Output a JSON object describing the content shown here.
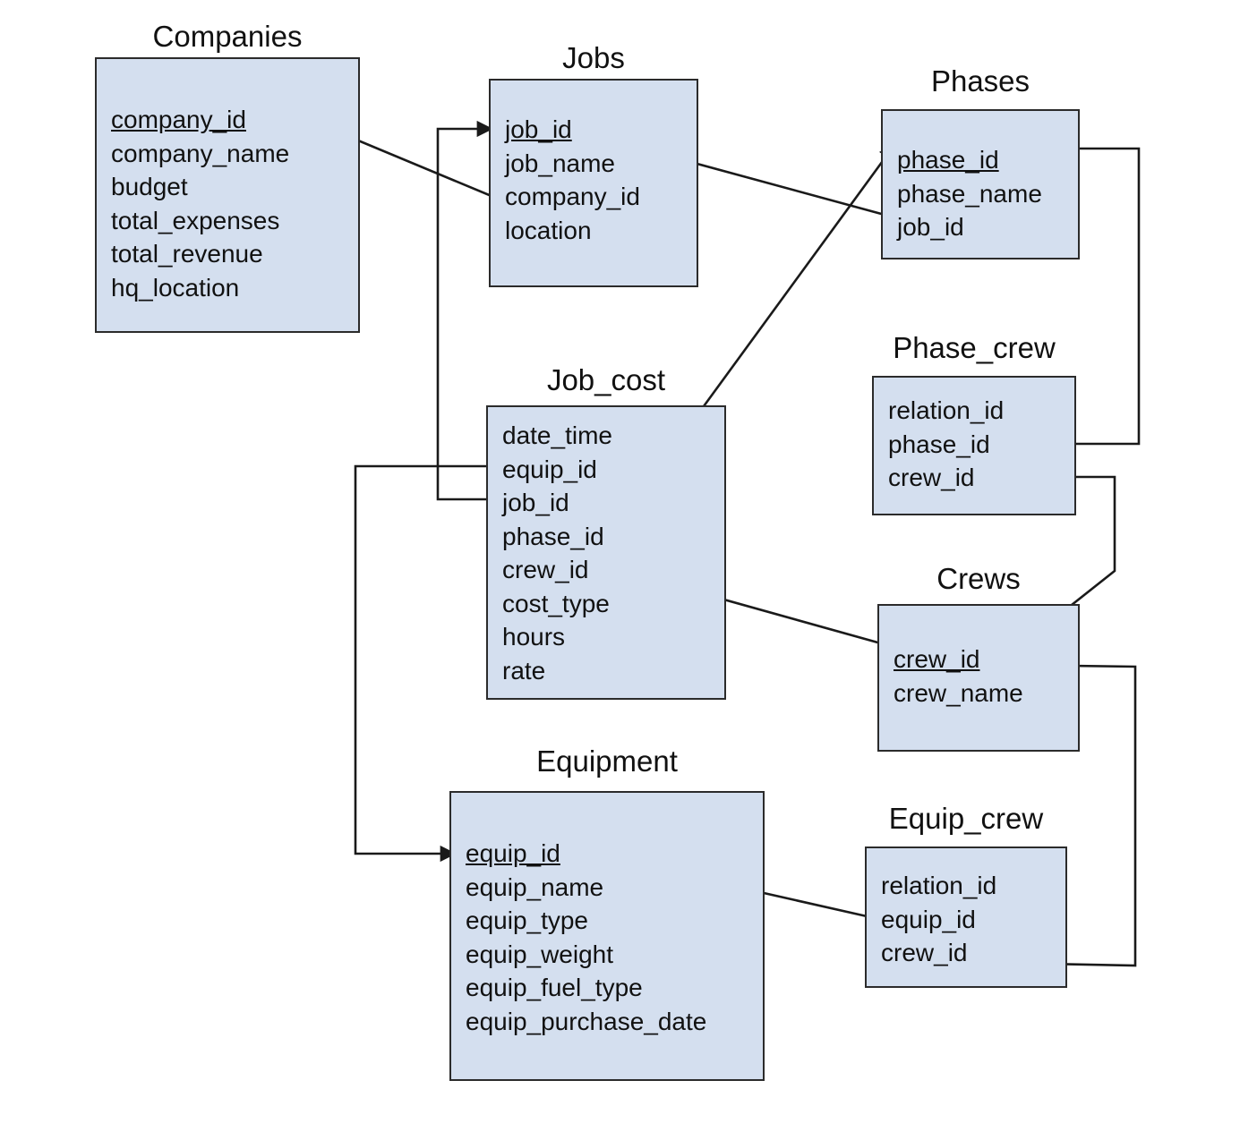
{
  "diagram": {
    "type": "entity-relationship-diagram",
    "title": "",
    "box_fill": "#d4dfef",
    "box_border": "#2b2b2b",
    "edge_color": "#1a1a1a",
    "entities": [
      {
        "id": "companies",
        "name": "Companies",
        "attributes": [
          {
            "name": "company_id",
            "key": true
          },
          {
            "name": "company_name",
            "key": false
          },
          {
            "name": "budget",
            "key": false
          },
          {
            "name": "total_expenses",
            "key": false
          },
          {
            "name": "total_revenue",
            "key": false
          },
          {
            "name": "hq_location",
            "key": false
          }
        ]
      },
      {
        "id": "jobs",
        "name": "Jobs",
        "attributes": [
          {
            "name": "job_id",
            "key": true
          },
          {
            "name": "job_name",
            "key": false
          },
          {
            "name": "company_id",
            "key": false
          },
          {
            "name": "location",
            "key": false
          }
        ]
      },
      {
        "id": "phases",
        "name": "Phases",
        "attributes": [
          {
            "name": "phase_id",
            "key": true
          },
          {
            "name": "phase_name",
            "key": false
          },
          {
            "name": "job_id",
            "key": false
          }
        ]
      },
      {
        "id": "job_cost",
        "name": "Job_cost",
        "attributes": [
          {
            "name": "date_time",
            "key": false
          },
          {
            "name": "equip_id",
            "key": false
          },
          {
            "name": "job_id",
            "key": false
          },
          {
            "name": "phase_id",
            "key": false
          },
          {
            "name": "crew_id",
            "key": false
          },
          {
            "name": "cost_type",
            "key": false
          },
          {
            "name": "hours",
            "key": false
          },
          {
            "name": "rate",
            "key": false
          }
        ]
      },
      {
        "id": "phase_crew",
        "name": "Phase_crew",
        "attributes": [
          {
            "name": "relation_id",
            "key": false
          },
          {
            "name": "phase_id",
            "key": false
          },
          {
            "name": "crew_id",
            "key": false
          }
        ]
      },
      {
        "id": "crews",
        "name": "Crews",
        "attributes": [
          {
            "name": "crew_id",
            "key": true
          },
          {
            "name": "crew_name",
            "key": false
          }
        ]
      },
      {
        "id": "equipment",
        "name": "Equipment",
        "attributes": [
          {
            "name": "equip_id",
            "key": true
          },
          {
            "name": "equip_name",
            "key": false
          },
          {
            "name": "equip_type",
            "key": false
          },
          {
            "name": "equip_weight",
            "key": false
          },
          {
            "name": "equip_fuel_type",
            "key": false
          },
          {
            "name": "equip_purchase_date",
            "key": false
          }
        ]
      },
      {
        "id": "equip_crew",
        "name": "Equip_crew",
        "attributes": [
          {
            "name": "relation_id",
            "key": false
          },
          {
            "name": "equip_id",
            "key": false
          },
          {
            "name": "crew_id",
            "key": false
          }
        ]
      }
    ],
    "relationships": [
      {
        "from_entity": "jobs",
        "from_attribute": "company_id",
        "to_entity": "companies",
        "to_attribute": "company_id"
      },
      {
        "from_entity": "phases",
        "from_attribute": "job_id",
        "to_entity": "jobs",
        "to_attribute": "job_id"
      },
      {
        "from_entity": "job_cost",
        "from_attribute": "job_id",
        "to_entity": "jobs",
        "to_attribute": "job_id"
      },
      {
        "from_entity": "job_cost",
        "from_attribute": "phase_id",
        "to_entity": "phases",
        "to_attribute": "phase_id"
      },
      {
        "from_entity": "job_cost",
        "from_attribute": "crew_id",
        "to_entity": "crews",
        "to_attribute": "crew_id"
      },
      {
        "from_entity": "job_cost",
        "from_attribute": "equip_id",
        "to_entity": "equipment",
        "to_attribute": "equip_id"
      },
      {
        "from_entity": "phase_crew",
        "from_attribute": "phase_id",
        "to_entity": "phases",
        "to_attribute": "phase_id"
      },
      {
        "from_entity": "phase_crew",
        "from_attribute": "crew_id",
        "to_entity": "crews",
        "to_attribute": "crew_id"
      },
      {
        "from_entity": "equip_crew",
        "from_attribute": "crew_id",
        "to_entity": "crews",
        "to_attribute": "crew_id"
      },
      {
        "from_entity": "equip_crew",
        "from_attribute": "equip_id",
        "to_entity": "equipment",
        "to_attribute": "equip_id"
      }
    ]
  }
}
